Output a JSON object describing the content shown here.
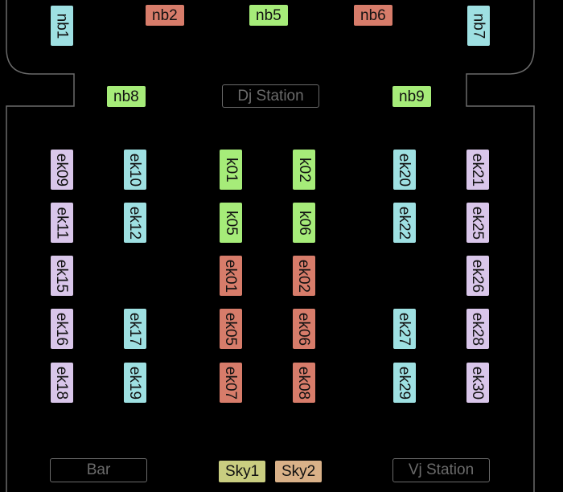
{
  "colors": {
    "teal": "#9ee0e2",
    "lilac": "#d9c6ea",
    "green": "#a6ec79",
    "red": "#d77c6a",
    "yellow": "#c9cd80",
    "salmon": "#d9b188",
    "outline": "#6a6a6a",
    "background": "#000000"
  },
  "fixtures": {
    "dj_station": "Dj Station",
    "bar": "Bar",
    "vj_station": "Vj Station"
  },
  "tables": {
    "nb1": "nb1",
    "nb2": "nb2",
    "nb5": "nb5",
    "nb6": "nb6",
    "nb7": "nb7",
    "nb8": "nb8",
    "nb9": "nb9",
    "ek09": "ek09",
    "ek10": "ek10",
    "k01": "k01",
    "k02": "k02",
    "ek20": "ek20",
    "ek21": "ek21",
    "ek11": "ek11",
    "ek12": "ek12",
    "k05": "k05",
    "k06": "k06",
    "ek22": "ek22",
    "ek25": "ek25",
    "ek15": "ek15",
    "ek01": "ek01",
    "ek02": "ek02",
    "ek26": "ek26",
    "ek16": "ek16",
    "ek17": "ek17",
    "ek05": "ek05",
    "ek06": "ek06",
    "ek27": "ek27",
    "ek28": "ek28",
    "ek18": "ek18",
    "ek19": "ek19",
    "ek07": "ek07",
    "ek08": "ek08",
    "ek29": "ek29",
    "ek30": "ek30",
    "sky1": "Sky1",
    "sky2": "Sky2"
  }
}
